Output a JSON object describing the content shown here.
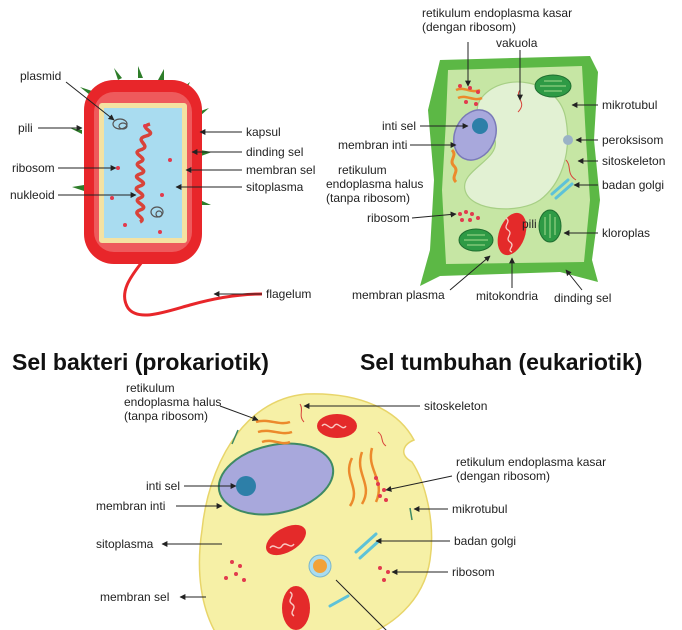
{
  "colors": {
    "bacteria_capsule": "#e8262a",
    "bacteria_wall": "#ee5a5c",
    "bacteria_membrane": "#f4e2a2",
    "bacteria_cytoplasm": "#a9dcf0",
    "dna": "#d8433a",
    "plant_wall": "#5cb845",
    "plant_cytoplasm": "#c6e6a4",
    "vacuole": "#e2f1d3",
    "chloroplast": "#2e9a45",
    "nucleus": "#a8a8dc",
    "nucleolus": "#2d7fa8",
    "animal_cytoplasm": "#f6f0a6",
    "mitochondria": "#e42a2a",
    "er": "#ec8a2c",
    "golgi": "#5ec2d8"
  },
  "bacteria": {
    "title": "Sel bakteri (prokariotik)",
    "labels": {
      "plasmid": "plasmid",
      "pili": "pili",
      "ribosom": "ribosom",
      "nukleoid": "nukleoid",
      "kapsul": "kapsul",
      "dinding_sel": "dinding sel",
      "membran_sel": "membran sel",
      "sitoplasma": "sitoplasma",
      "flagelum": "flagelum"
    }
  },
  "plant": {
    "title": "Sel tumbuhan (eukariotik)",
    "labels": {
      "rek_kasar_1": "retikulum endoplasma kasar",
      "rek_kasar_2": "(dengan ribosom)",
      "vakuola": "vakuola",
      "mikrotubul": "mikrotubul",
      "inti_sel": "inti sel",
      "peroksisom": "peroksisom",
      "membran_inti": "membran inti",
      "sitoskeleton": "sitoskeleton",
      "reh_1": "retikulum",
      "reh_2": "endoplasma halus",
      "reh_3": "(tanpa ribosom)",
      "badan_golgi": "badan golgi",
      "ribosom": "ribosom",
      "pili": "pili",
      "kloroplas": "kloroplas",
      "membran_plasma": "membran plasma",
      "mitokondria": "mitokondria",
      "dinding_sel": "dinding sel"
    }
  },
  "animal": {
    "labels": {
      "reh_1": "retikulum",
      "reh_2": "endoplasma halus",
      "reh_3": "(tanpa ribosom)",
      "sitoskeleton": "sitoskeleton",
      "rek_1": "retikulum endoplasma kasar",
      "rek_2": "(dengan ribosom)",
      "inti_sel": "inti sel",
      "membran_inti": "membran inti",
      "mikrotubul": "mikrotubul",
      "badan_golgi": "badan golgi",
      "sitoplasma": "sitoplasma",
      "ribosom": "ribosom",
      "membran_sel": "membran sel"
    }
  }
}
